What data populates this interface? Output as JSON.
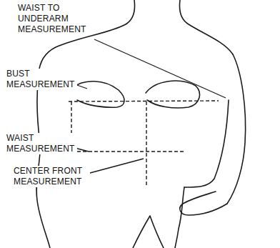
{
  "diagram": {
    "labels": [
      "WAIST TO UNDERARM MEASUREMENT",
      "BUST MEASUREMENT",
      "WAIST MEASUREMENT",
      "CENTER FRONT MEASUREMENT"
    ]
  }
}
